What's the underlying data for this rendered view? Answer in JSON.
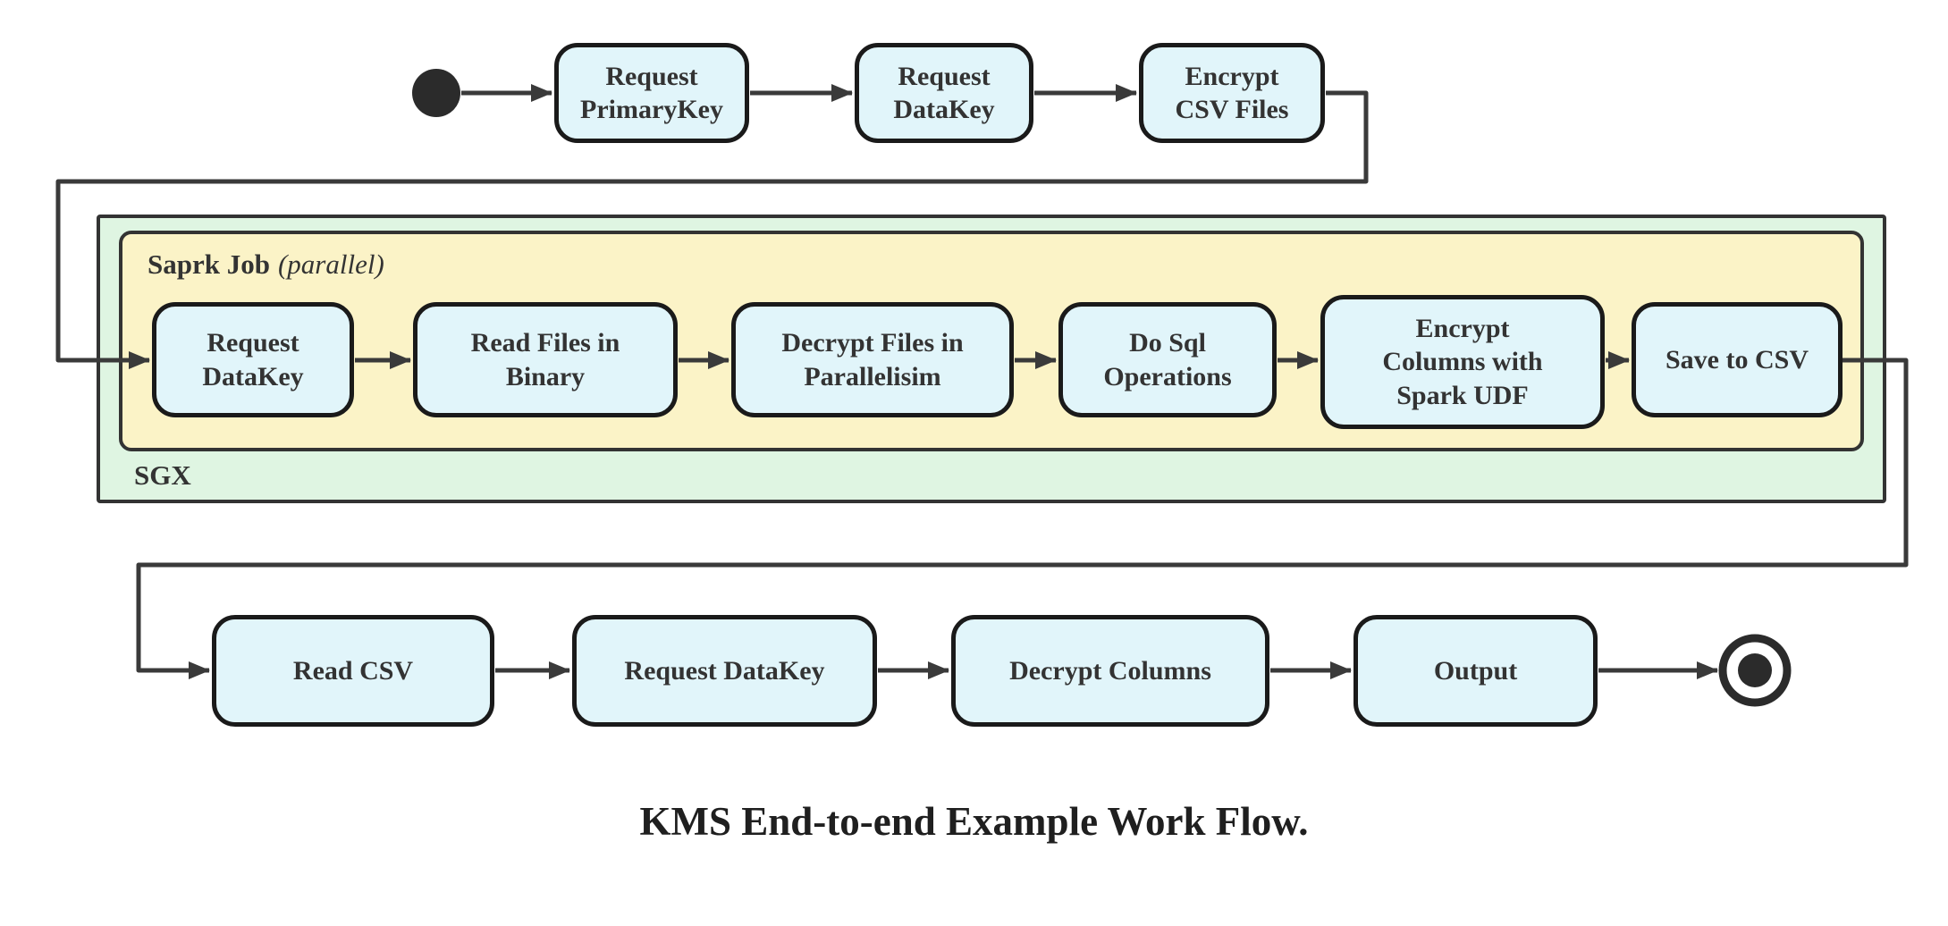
{
  "caption": "KMS End-to-end Example Work Flow.",
  "colors": {
    "background": "#FFFFFF",
    "node_fill": "#E1F5FA",
    "node_border": "#1A1A1A",
    "spark_fill": "#FBF3C7",
    "sgx_fill": "#DFF5E2",
    "container_border": "#333333",
    "edge": "#3A3A3A",
    "text": "#333333",
    "start_end_fill": "#2B2B2B"
  },
  "containers": {
    "spark": {
      "label": "Saprk Job",
      "label_suffix": "(parallel)"
    },
    "sgx": {
      "label": "SGX"
    }
  },
  "nodes": {
    "top": [
      {
        "id": "request-primarykey",
        "label": [
          "Request",
          "PrimaryKey"
        ]
      },
      {
        "id": "request-datakey",
        "label": [
          "Request",
          "DataKey"
        ]
      },
      {
        "id": "encrypt-csv-files",
        "label": [
          "Encrypt",
          "CSV Files"
        ]
      }
    ],
    "sgx": [
      {
        "id": "request-datakey-sgx",
        "label": [
          "Request",
          "DataKey"
        ]
      },
      {
        "id": "read-files-in-binary",
        "label": [
          "Read Files in",
          "Binary"
        ]
      },
      {
        "id": "decrypt-files-in-parallelisim",
        "label": [
          "Decrypt Files in",
          "Parallelisim"
        ]
      },
      {
        "id": "do-sql-operations",
        "label": [
          "Do Sql",
          "Operations"
        ]
      },
      {
        "id": "encrypt-columns-with-spark-udf",
        "label": [
          "Encrypt",
          "Columns with",
          "Spark UDF"
        ]
      },
      {
        "id": "save-to-csv",
        "label": [
          "Save to CSV"
        ]
      }
    ],
    "bottom": [
      {
        "id": "read-csv",
        "label": [
          "Read CSV"
        ]
      },
      {
        "id": "request-datakey-out",
        "label": [
          "Request DataKey"
        ]
      },
      {
        "id": "decrypt-columns",
        "label": [
          "Decrypt Columns"
        ]
      },
      {
        "id": "output",
        "label": [
          "Output"
        ]
      }
    ]
  }
}
